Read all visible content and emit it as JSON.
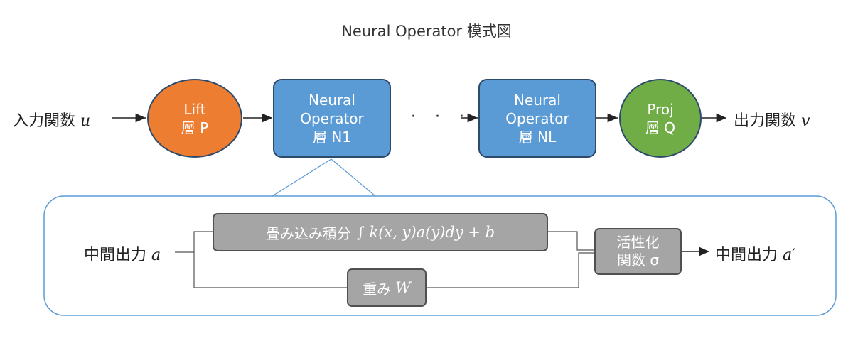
{
  "title": "Neural Operator 模式図",
  "input_label": "入力関数",
  "input_var": "u",
  "output_label": "出力関数",
  "output_var": "v",
  "lift": {
    "line1": "Lift",
    "line2": "層 P"
  },
  "no1": {
    "line1": "Neural",
    "line2": "Operator",
    "line3": "層 N1"
  },
  "noL": {
    "line1": "Neural",
    "line2": "Operator",
    "line3": "層 NL"
  },
  "proj": {
    "line1": "Proj",
    "line2": "層 Q"
  },
  "ellipsis": "· · ·",
  "detail": {
    "in_label": "中間出力",
    "in_var": "a",
    "integral_label": "畳み込み積分",
    "integral_formula": "∫ k(x, y)a(y)dy + b",
    "weight_label": "重み",
    "weight_var": "W",
    "activation_line1": "活性化",
    "activation_line2": "関数 σ",
    "out_label": "中間出力",
    "out_var": "a′"
  },
  "colors": {
    "lift": "#ed7d31",
    "neural_operator": "#5b9bd5",
    "proj": "#70ad47",
    "gray_box": "#a5a5a5",
    "detail_frame": "#5b9bd5"
  }
}
